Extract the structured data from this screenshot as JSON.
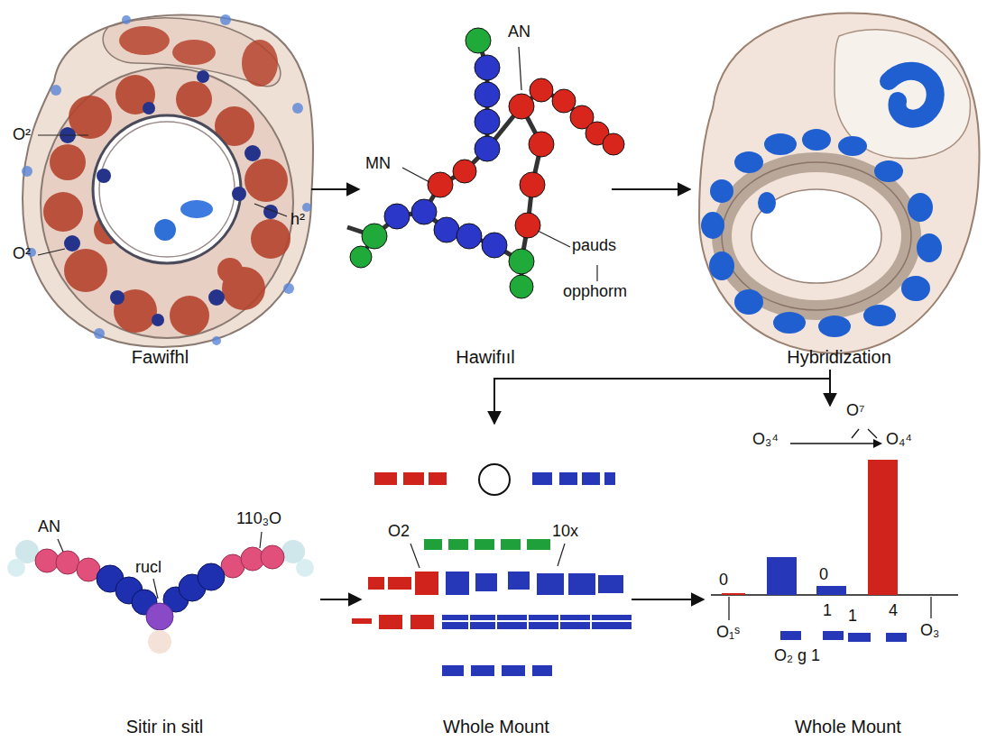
{
  "diagram": {
    "nodes": [
      {
        "text": [
          "Fawifhl"
        ]
      },
      {
        "text": [
          "Hawifııl"
        ]
      },
      {
        "text": [
          "Hybridization"
        ]
      },
      {
        "text": [
          "Sitir in sitl"
        ]
      },
      {
        "text": [
          "Whole Mount"
        ]
      },
      {
        "text": [
          "Whole Mount"
        ]
      }
    ],
    "edges": [
      {
        "from": 0,
        "to": 1,
        "arrow": "to"
      },
      {
        "from": 1,
        "to": 2,
        "arrow": "to"
      },
      {
        "from": 2,
        "to": 4,
        "arrow": "to"
      },
      {
        "from": 2,
        "to": 5,
        "arrow": "to"
      },
      {
        "from": 3,
        "to": 4,
        "arrow": "to"
      },
      {
        "from": 4,
        "to": 5,
        "arrow": "to"
      }
    ],
    "labels": [
      "O²",
      "O²",
      "h²",
      "AN",
      "MN",
      "pauds",
      "opphorm",
      "AN",
      "110₃O",
      "rucl",
      "O2",
      "10x",
      "O₃⁴",
      "O⁷",
      "O₄⁴",
      "0",
      "0",
      "1",
      "1",
      "4",
      "O₁ˢ",
      "O₂ g 1",
      "O₃"
    ]
  }
}
